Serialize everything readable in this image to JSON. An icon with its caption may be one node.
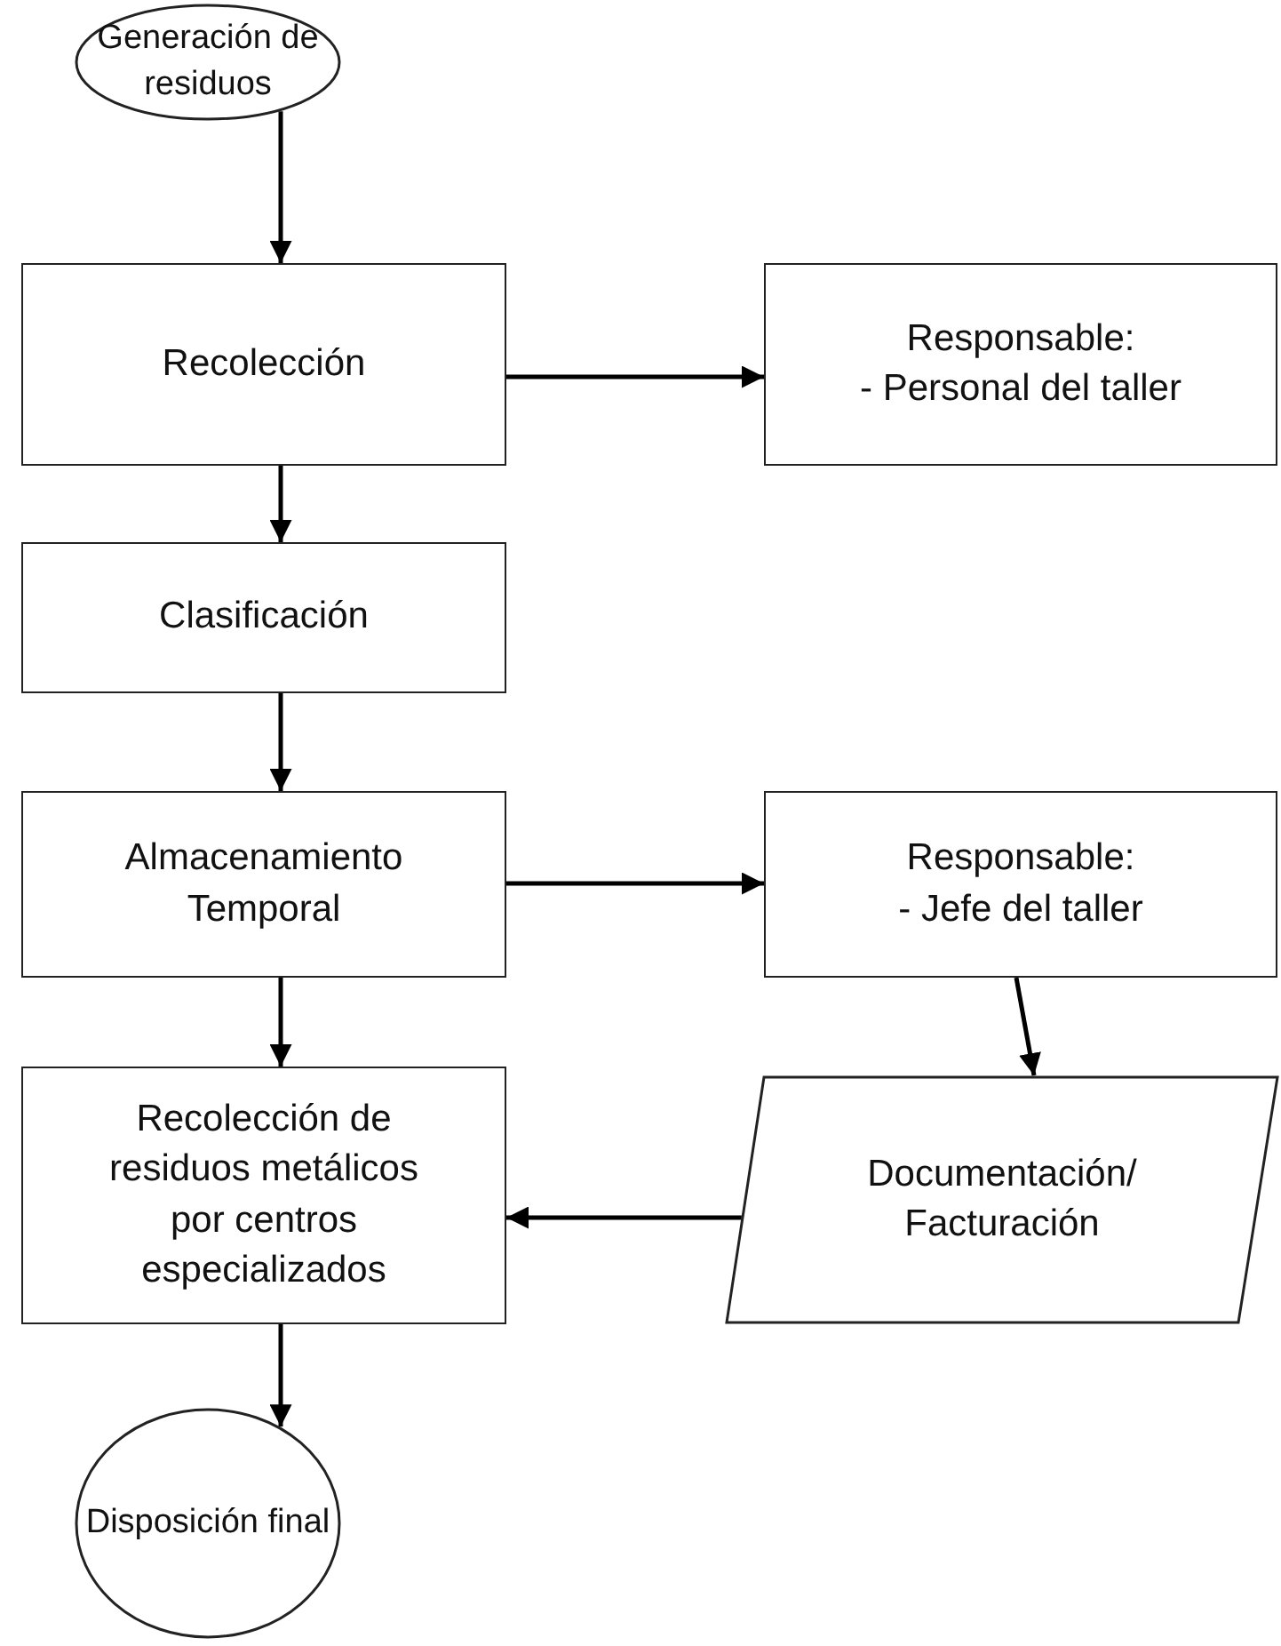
{
  "diagram": {
    "nodes": [
      {
        "text": [
          "Generación de residuos"
        ]
      },
      {
        "text": [
          "Recolección"
        ]
      },
      {
        "text": [
          "Responsable:",
          "- Personal del taller"
        ]
      },
      {
        "text": [
          "Clasificación"
        ]
      },
      {
        "text": [
          "Almacenamiento Temporal"
        ]
      },
      {
        "text": [
          "Responsable:",
          "- Jefe del taller"
        ]
      },
      {
        "text": [
          "Recolección de residuos metálicos por centros especializados"
        ]
      },
      {
        "text": [
          "Documentación/ Facturación"
        ]
      },
      {
        "text": [
          "Disposición final"
        ]
      }
    ],
    "edges": [
      {
        "from": 0,
        "to": 1,
        "arrow": "to"
      },
      {
        "from": 1,
        "to": 2,
        "arrow": "to"
      },
      {
        "from": 1,
        "to": 3,
        "arrow": "to"
      },
      {
        "from": 3,
        "to": 4,
        "arrow": "to"
      },
      {
        "from": 4,
        "to": 5,
        "arrow": "to"
      },
      {
        "from": 4,
        "to": 6,
        "arrow": "to"
      },
      {
        "from": 5,
        "to": 7,
        "arrow": "to"
      },
      {
        "from": 7,
        "to": 6,
        "arrow": "to"
      },
      {
        "from": 6,
        "to": 8,
        "arrow": "to"
      }
    ]
  }
}
